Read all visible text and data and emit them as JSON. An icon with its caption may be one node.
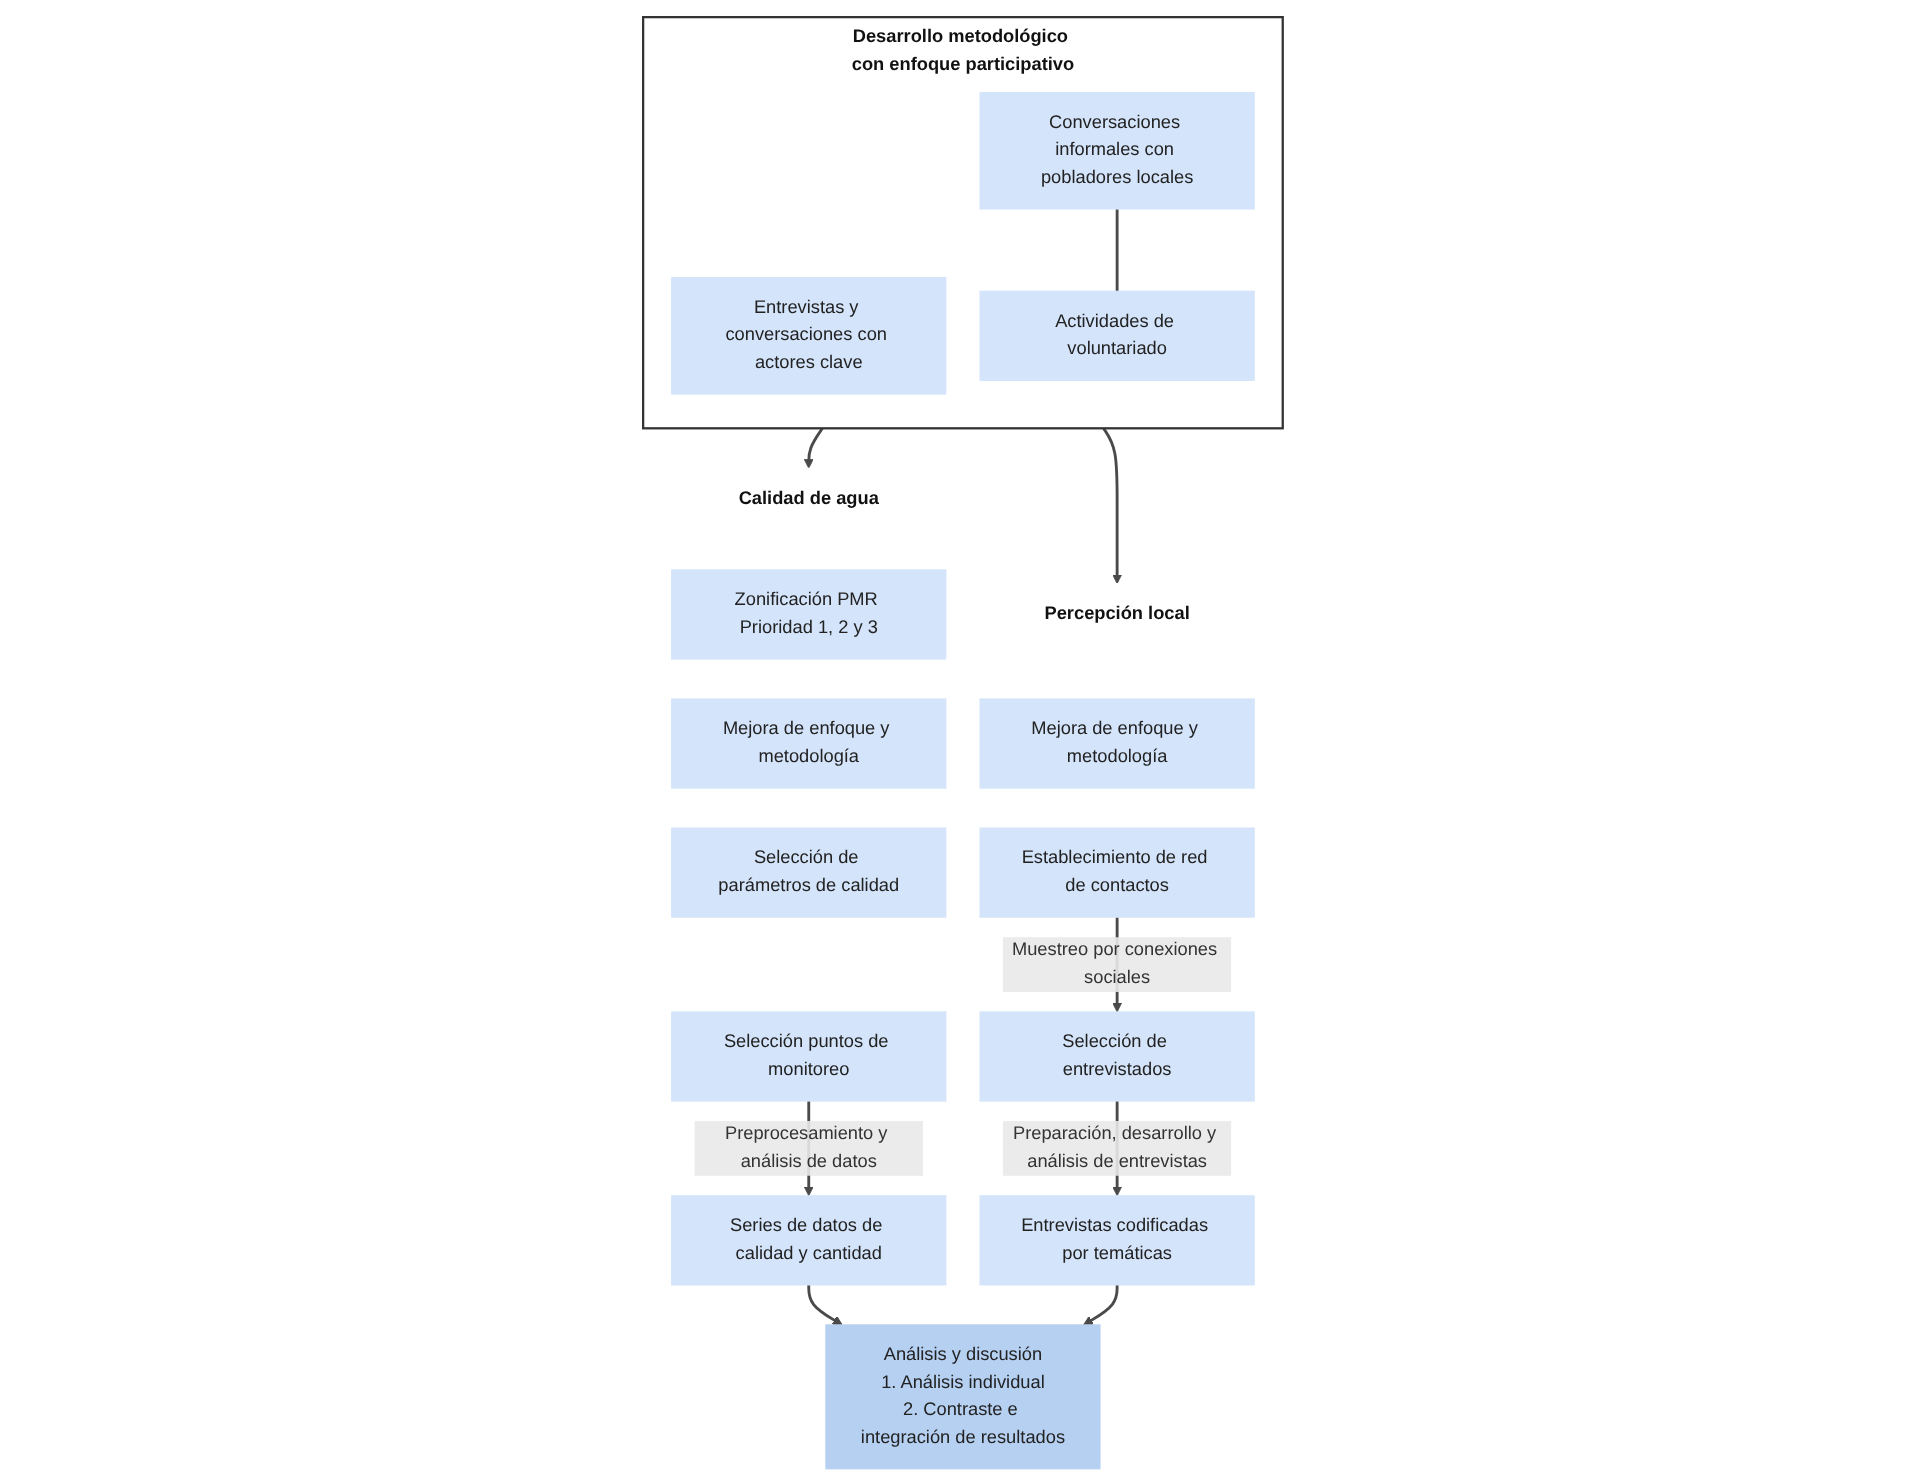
{
  "diagram": {
    "nodes": [
      {
        "text": [
          "Desarrollo metodológico con enfoque participativo"
        ]
      },
      {
        "text": [
          "Entrevistas y conversaciones con actores clave"
        ],
        "in": 0
      },
      {
        "text": [
          "Conversaciones informales con pobladores locales"
        ],
        "in": 0
      },
      {
        "text": [
          "Actividades de voluntariado"
        ],
        "in": 0
      },
      {
        "text": [
          "Calidad de agua"
        ]
      },
      {
        "text": [
          "Zonificación PMR Prioridad 1, 2 y 3"
        ]
      },
      {
        "text": [
          "Mejora de enfoque y metodología"
        ]
      },
      {
        "text": [
          "Selección de parámetros de calidad"
        ]
      },
      {
        "text": [
          "Selección puntos de monitoreo"
        ]
      },
      {
        "text": [
          "Series de datos de calidad y cantidad"
        ]
      },
      {
        "text": [
          "Percepción local"
        ]
      },
      {
        "text": [
          "Mejora de enfoque y metodología"
        ]
      },
      {
        "text": [
          "Establecimiento de red de contactos"
        ]
      },
      {
        "text": [
          "Selección de entrevistados"
        ]
      },
      {
        "text": [
          "Entrevistas codificadas por temáticas"
        ]
      },
      {
        "text": [
          "Análisis y discusión",
          "1. Análisis individual",
          "2. Contraste e integración de resultados"
        ]
      }
    ],
    "edges": [
      {
        "from": 0,
        "to": 4,
        "arrow": "to"
      },
      {
        "from": 0,
        "to": 10,
        "arrow": "to"
      },
      {
        "from": 2,
        "to": 3,
        "arrow": "none"
      },
      {
        "from": 8,
        "to": 9,
        "label": "Preprocesamiento y análisis de datos",
        "arrow": "to"
      },
      {
        "from": 12,
        "to": 13,
        "label": "Muestreo por conexiones sociales",
        "arrow": "to"
      },
      {
        "from": 13,
        "to": 14,
        "label": "Preparación, desarrollo y análisis de entrevistas",
        "arrow": "to"
      },
      {
        "from": 9,
        "to": 15,
        "arrow": "to"
      },
      {
        "from": 14,
        "to": 15,
        "arrow": "to"
      }
    ]
  }
}
